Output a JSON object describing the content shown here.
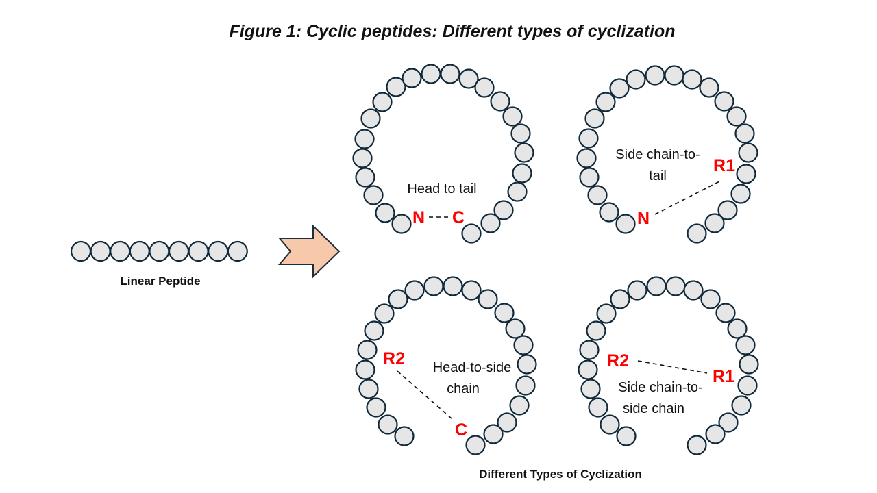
{
  "figure": {
    "title": "Figure 1: Cyclic peptides: Different types of cyclization",
    "linear_caption": "Linear Peptide",
    "cyclic_caption": "Different Types of Cyclization",
    "colors": {
      "bead_fill": "#e6e6e6",
      "bead_stroke": "#10293a",
      "terminus": "#ff0000",
      "arrow_fill": "#f7c8a9"
    },
    "linear_peptide": {
      "bead_count": 9
    },
    "panels": [
      {
        "id": "head-to-tail",
        "label_lines": [
          "Head to tail"
        ],
        "ends": [
          "N",
          "C"
        ],
        "bead_count": 23
      },
      {
        "id": "side-chain-to-tail",
        "label_lines": [
          "Side chain-to-",
          "tail"
        ],
        "ends": [
          "R1",
          "N"
        ],
        "bead_count": 23
      },
      {
        "id": "head-to-side-chain",
        "label_lines": [
          "Head-to-side",
          "chain"
        ],
        "ends": [
          "R2",
          "C"
        ],
        "bead_count": 23
      },
      {
        "id": "side-chain-to-side-chain",
        "label_lines": [
          "Side chain-to-",
          "side chain"
        ],
        "ends": [
          "R2",
          "R1"
        ],
        "bead_count": 23
      }
    ]
  }
}
